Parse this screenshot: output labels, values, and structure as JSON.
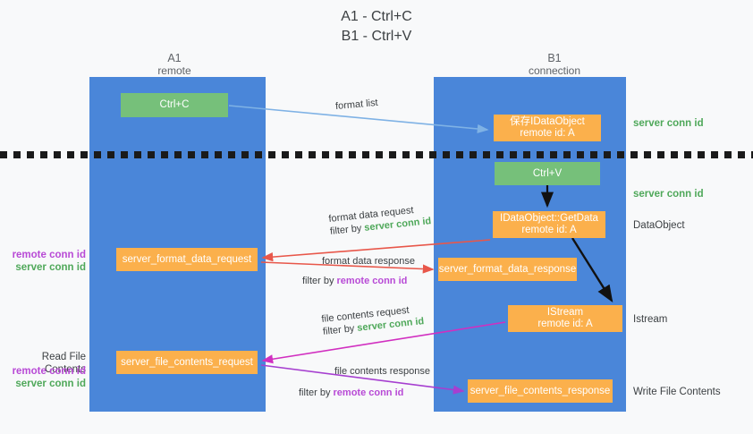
{
  "title": {
    "line1": "A1 - Ctrl+C",
    "line2": "B1 - Ctrl+V"
  },
  "columns": {
    "a1": {
      "name": "A1",
      "sub": "remote"
    },
    "b1": {
      "name": "B1",
      "sub": "connection"
    }
  },
  "nodes": {
    "ctrl_c": {
      "line1": "Ctrl+C",
      "color": "#76c07a"
    },
    "save_idataobject": {
      "line1": "保存IDataObject",
      "line2": "remote id: A",
      "color": "#fbb04c"
    },
    "ctrl_v": {
      "line1": "Ctrl+V",
      "color": "#76c07a"
    },
    "getdata": {
      "line1": "IDataObject::GetData",
      "line2": "remote id: A",
      "color": "#fbb04c"
    },
    "format_data_request": {
      "line1": "server_format_data_request",
      "color": "#fbb04c"
    },
    "format_data_response": {
      "line1": "server_format_data_response",
      "color": "#fbb04c"
    },
    "istream": {
      "line1": "IStream",
      "line2": "remote id: A",
      "color": "#fbb04c"
    },
    "file_contents_request": {
      "line1": "server_file_contents_request",
      "color": "#fbb04c"
    },
    "file_contents_response": {
      "line1": "server_file_contents_response",
      "color": "#fbb04c"
    }
  },
  "edge_labels": {
    "format_list": "format list",
    "format_data_request": {
      "line1": "format data request",
      "filter_prefix": "filter by ",
      "filter_value": "server conn id"
    },
    "format_data_response": {
      "line1": "format data response",
      "filter_prefix": "filter by ",
      "filter_value": "remote conn id"
    },
    "file_contents_request": {
      "line1": "file contents request",
      "filter_prefix": "filter by ",
      "filter_value": "server conn id"
    },
    "file_contents_response": {
      "line1": "file contents response",
      "filter_prefix": "filter by ",
      "filter_value": "remote conn id"
    }
  },
  "annotations": {
    "server_conn_id_top": "server conn id",
    "server_conn_id_mid": "server conn id",
    "dataobject": "DataObject",
    "istream": "Istream",
    "write_file_contents": "Write File Contents",
    "read_file_contents": "Read File Contents",
    "remote_conn_id": "remote conn id",
    "server_conn_id": "server conn id"
  },
  "colors": {
    "lane": "#4a86d9",
    "green_node": "#76c07a",
    "orange_node": "#fbb04c",
    "green_text": "#4fa85a",
    "magenta_text": "#b84ad6",
    "arrow_blue": "#7fb2e5",
    "arrow_red": "#e8574a",
    "arrow_magenta": "#d12fc0",
    "arrow_purple": "#a63fd0",
    "arrow_black": "#111111",
    "background": "#f8f9fa"
  }
}
